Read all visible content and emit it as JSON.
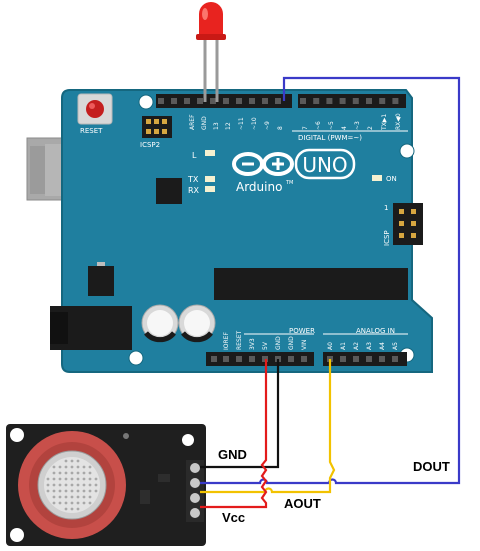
{
  "board": {
    "reset": "RESET",
    "icsp2": "ICSP2",
    "icsp": "ICSP",
    "digital": "DIGITAL (PWM=~)",
    "brand": "Arduino",
    "tm": "TM",
    "model": "UNO",
    "on": "ON",
    "power": "POWER",
    "analog_in": "ANALOG IN",
    "led_l": "L",
    "tx": "TX",
    "rx": "RX",
    "icsp_pin1": "1",
    "digital_pins": [
      "AREF",
      "GND",
      "13",
      "12",
      "~11",
      "~10",
      "~9",
      "8",
      "7",
      "~6",
      "~5",
      "4",
      "~3",
      "2",
      "TX▶1",
      "RX◀0"
    ],
    "power_pins": [
      "IOREF",
      "RESET",
      "3V3",
      "5V",
      "GND",
      "GND",
      "VIN"
    ],
    "analog_pins": [
      "A0",
      "A1",
      "A2",
      "A3",
      "A4",
      "A5"
    ]
  },
  "labels": {
    "gnd": "GND",
    "dout": "DOUT",
    "aout": "AOUT",
    "vcc": "Vcc"
  },
  "wires": {
    "red": "#e31b1b",
    "black": "#111111",
    "yellow": "#f2c200",
    "blue": "#3a3ac8"
  },
  "colors": {
    "board": "#1f7f9f",
    "board_edge": "#15677f",
    "header": "#1b1b1b",
    "led": "#e8231f"
  }
}
